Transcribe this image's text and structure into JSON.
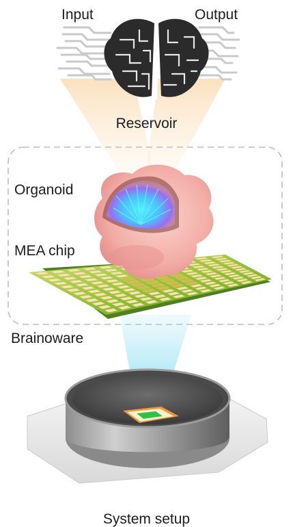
{
  "labels": {
    "input": "Input",
    "output": "Output",
    "reservoir": "Reservoir",
    "organoid": "Organoid",
    "mea_chip": "MEA chip",
    "brainoware": "Brainoware",
    "system_setup": "System setup"
  },
  "icons": [
    "brain-circuit-icon"
  ],
  "colors": {
    "organoid_pink": "#f4b2ae",
    "chip_green": "#9bc83c",
    "chip_gold": "#c9b043",
    "beam_orange": "#f7c98a",
    "beam_cyan": "#7fd9ef",
    "dish_gray": "#6e6e6e",
    "dashed_border": "#bdbdbd"
  }
}
